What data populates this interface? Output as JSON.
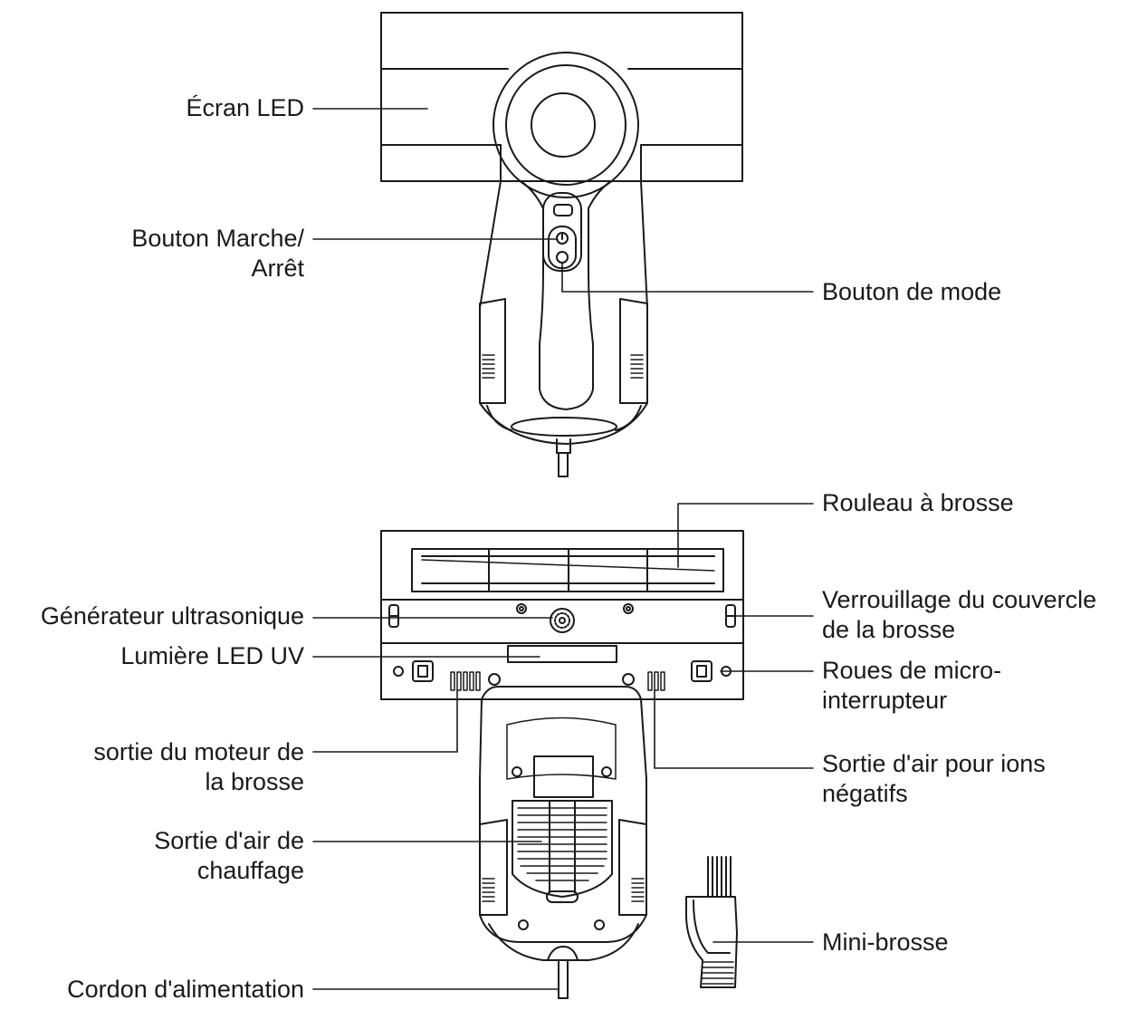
{
  "labels": {
    "ecran_led": "Écran LED",
    "bouton_marche": "Bouton Marche/\nArrêt",
    "bouton_mode": "Bouton de mode",
    "rouleau_brosse": "Rouleau à brosse",
    "generateur": "Générateur ultrasonique",
    "verrouillage": "Verrouillage du couvercle\nde la brosse",
    "lumiere_uv": "Lumière LED UV",
    "roues_micro": "Roues de micro-\ninterrupteur",
    "sortie_moteur": "sortie du moteur de\nla brosse",
    "sortie_ions": "Sortie d'air pour ions\nnégatifs",
    "sortie_chauffage": "Sortie d'air de\nchauffage",
    "mini_brosse": "Mini-brosse",
    "cordon": "Cordon d'alimentation"
  },
  "colors": {
    "stroke": "#1a1a1a",
    "text": "#1a1a1a"
  }
}
